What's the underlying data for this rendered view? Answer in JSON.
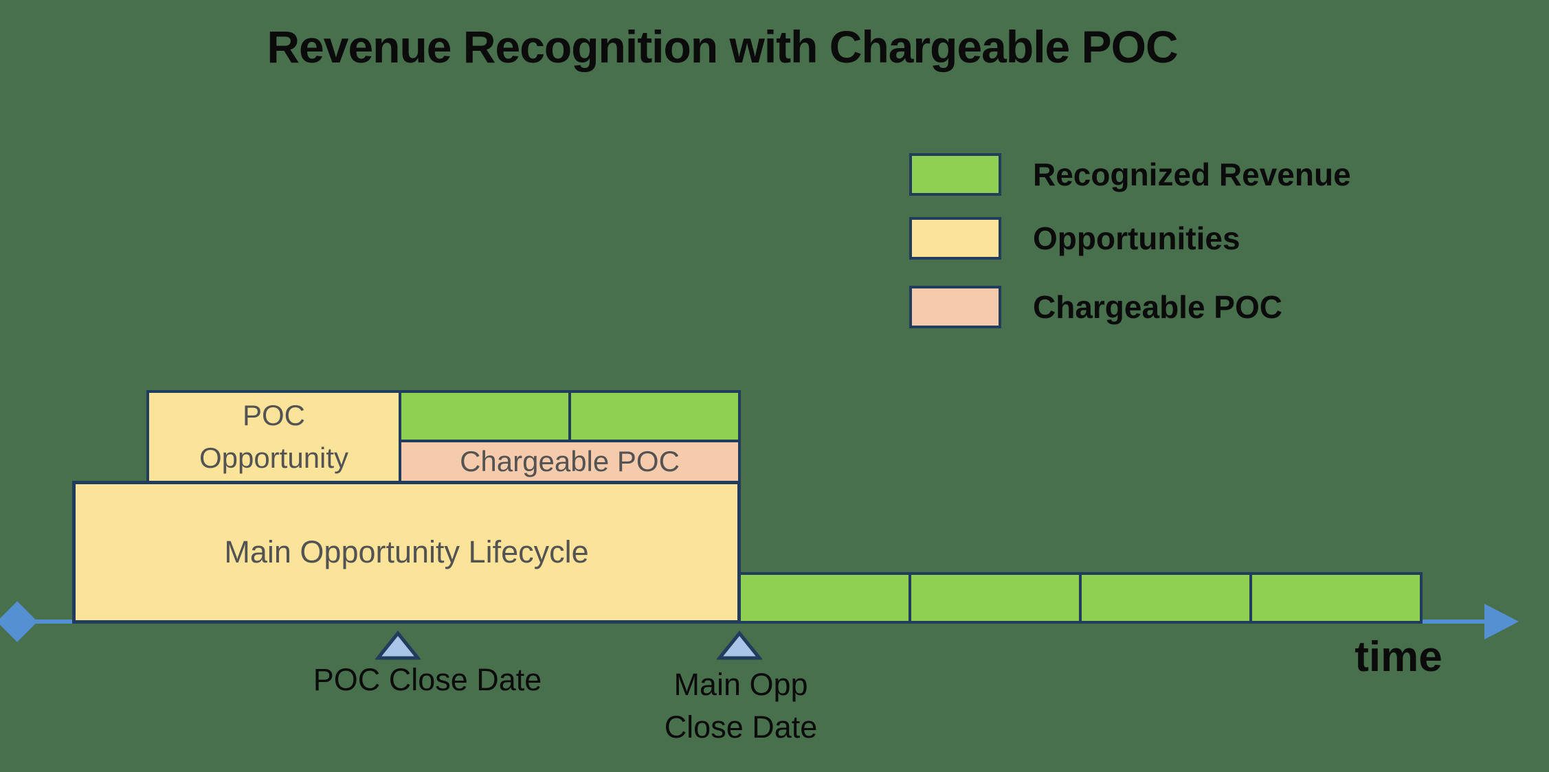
{
  "title": "Revenue Recognition with Chargeable POC",
  "colors": {
    "background": "#48704d",
    "recognized_green": "#8ed052",
    "opportunity_yellow": "#fbe499",
    "chargeable_pink": "#f6cbab",
    "outline_navy": "#223c5e",
    "timeline_blue": "#5590d2",
    "marker_light_blue": "#a9c5e8",
    "box_label_gray": "#535353"
  },
  "legend": {
    "items": [
      {
        "label": "Recognized Revenue",
        "swatch": "recognized_green"
      },
      {
        "label": "Opportunities",
        "swatch": "opportunity_yellow"
      },
      {
        "label": "Chargeable POC",
        "swatch": "chargeable_pink"
      }
    ]
  },
  "diagram": {
    "poc_opportunity": {
      "line1": "POC",
      "line2": "Opportunity"
    },
    "chargeable_poc_label": "Chargeable POC",
    "main_opportunity_label": "Main Opportunity Lifecycle",
    "recognized_top_segments": 2,
    "recognized_bottom_segments": 4,
    "markers": {
      "poc_close": {
        "label": "POC Close Date"
      },
      "main_opp_close": {
        "line1": "Main Opp",
        "line2": "Close Date"
      }
    },
    "axis_label": "time"
  }
}
